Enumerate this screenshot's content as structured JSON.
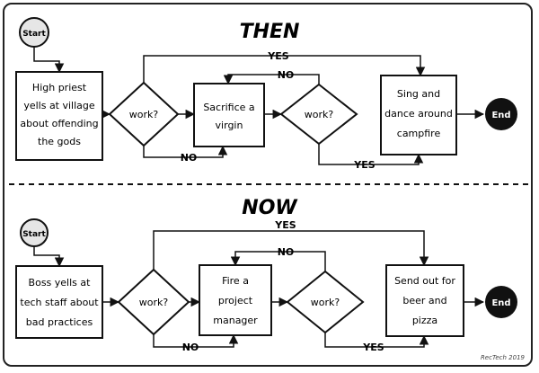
{
  "panels": [
    {
      "title": "THEN",
      "start": "Start",
      "step1": [
        "High priest",
        "yells at village",
        "about offending",
        "the gods"
      ],
      "decision1": "work?",
      "step2": [
        "Sacrifice a",
        "virgin"
      ],
      "decision2": "work?",
      "step3": [
        "Sing and",
        "dance around",
        "campfire"
      ],
      "end": "End",
      "label_yes_top": "YES",
      "label_no_loop": "NO",
      "label_no_bottom": "NO",
      "label_yes_bottom": "YES"
    },
    {
      "title": "NOW",
      "start": "Start",
      "step1": [
        "Boss yells at",
        "tech staff about",
        "bad practices"
      ],
      "decision1": "work?",
      "step2": [
        "Fire a",
        "project",
        "manager"
      ],
      "decision2": "work?",
      "step3": [
        "Send out for",
        "beer and",
        "pizza"
      ],
      "end": "End",
      "label_yes_top": "YES",
      "label_no_loop": "NO",
      "label_no_bottom": "NO",
      "label_yes_bottom": "YES"
    }
  ],
  "signature": "RecTech 2019"
}
